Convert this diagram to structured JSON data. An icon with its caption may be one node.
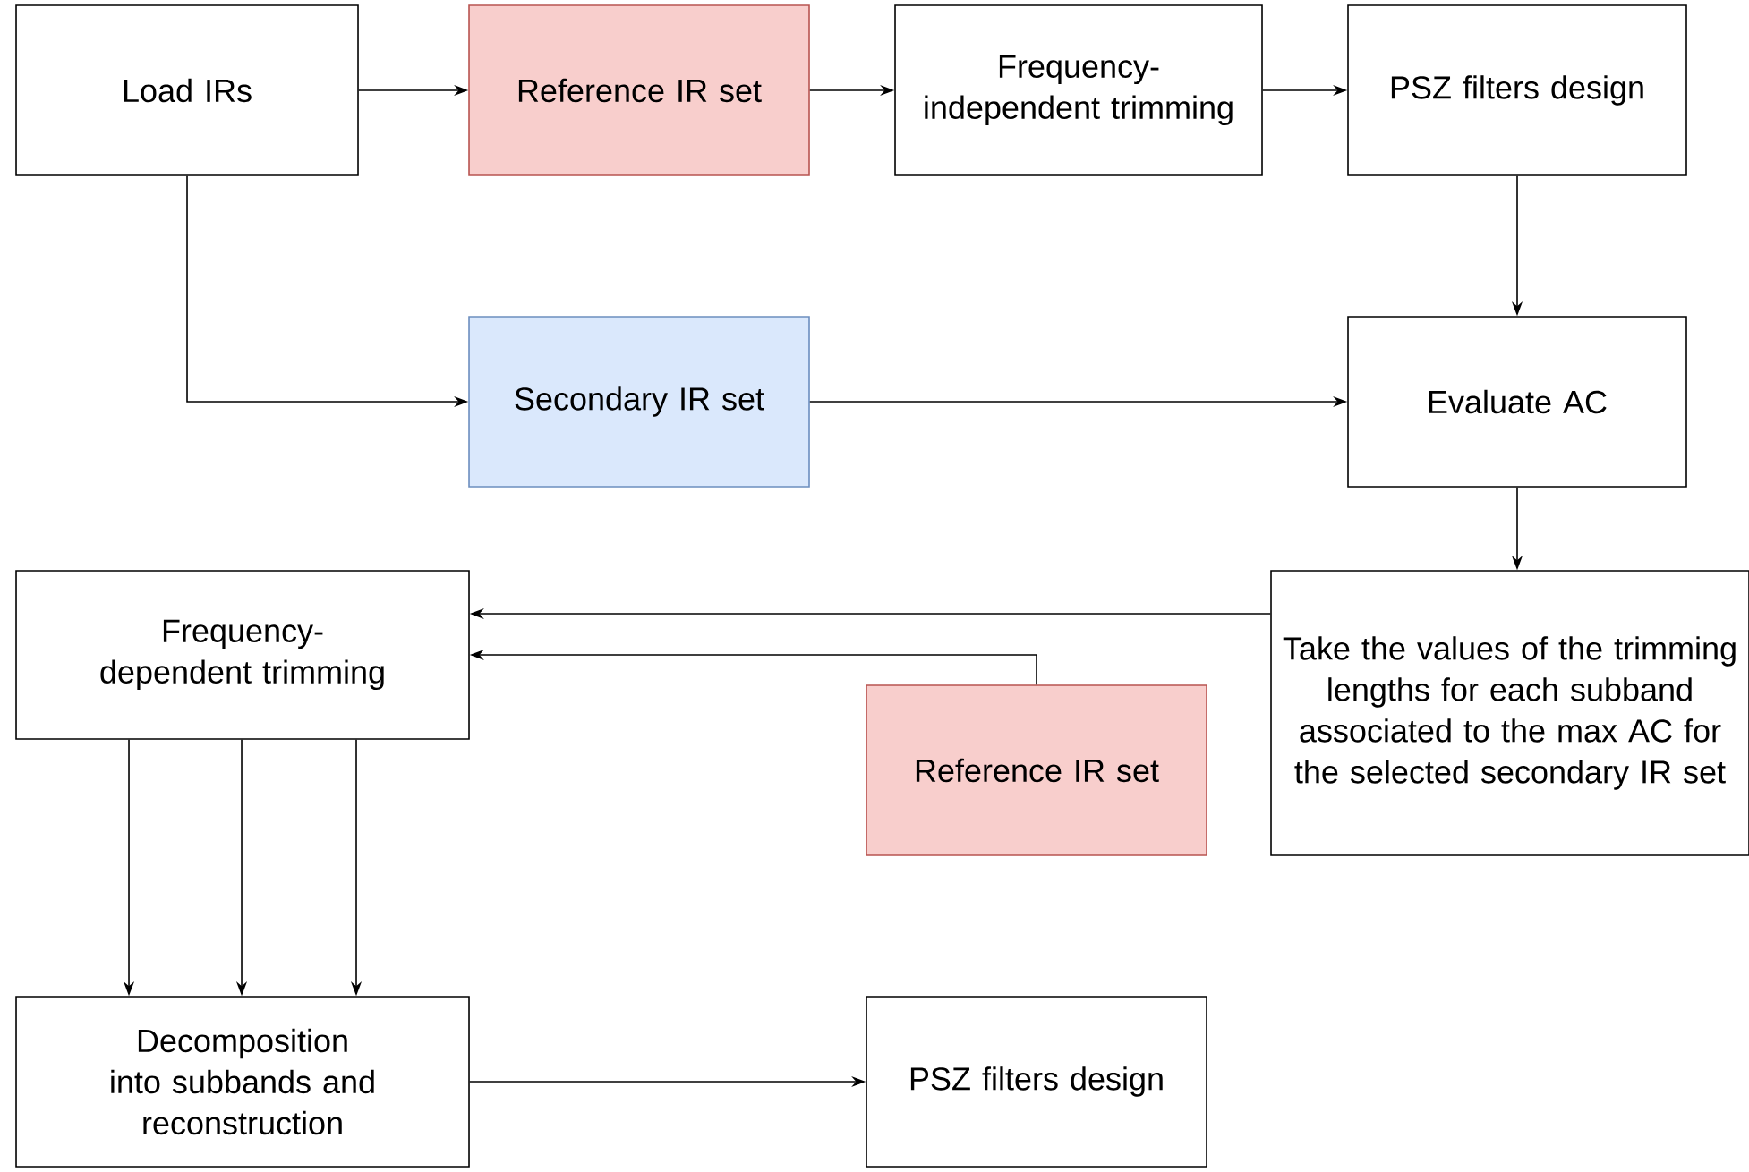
{
  "diagram": {
    "nodes": [
      {
        "text": [
          "Load IRs"
        ]
      },
      {
        "text": [
          "Reference IR set"
        ]
      },
      {
        "text": [
          "Frequency-independent trimming"
        ]
      },
      {
        "text": [
          "PSZ filters design"
        ]
      },
      {
        "text": [
          "Secondary IR set"
        ]
      },
      {
        "text": [
          "Evaluate AC"
        ]
      },
      {
        "text": [
          "Take the values of the trimming lengths for each subband associated to the max AC for the selected secondary IR set"
        ]
      },
      {
        "text": [
          "Frequency-dependent trimming"
        ]
      },
      {
        "text": [
          "Reference IR set"
        ]
      },
      {
        "text": [
          "Decomposition into subbands and reconstruction"
        ]
      },
      {
        "text": [
          "PSZ filters design"
        ]
      }
    ],
    "edges": [
      {
        "from": 0,
        "to": 1,
        "arrow": "to"
      },
      {
        "from": 1,
        "to": 2,
        "arrow": "to"
      },
      {
        "from": 2,
        "to": 3,
        "arrow": "to"
      },
      {
        "from": 3,
        "to": 5,
        "arrow": "to"
      },
      {
        "from": 0,
        "to": 4,
        "arrow": "to"
      },
      {
        "from": 4,
        "to": 5,
        "arrow": "to"
      },
      {
        "from": 5,
        "to": 6,
        "arrow": "to"
      },
      {
        "from": 6,
        "to": 7,
        "arrow": "to"
      },
      {
        "from": 8,
        "to": 7,
        "arrow": "to"
      },
      {
        "from": 7,
        "to": 9,
        "arrow": "to"
      },
      {
        "from": 7,
        "to": 9,
        "arrow": "to"
      },
      {
        "from": 7,
        "to": 9,
        "arrow": "to"
      },
      {
        "from": 9,
        "to": 10,
        "arrow": "to"
      }
    ]
  }
}
